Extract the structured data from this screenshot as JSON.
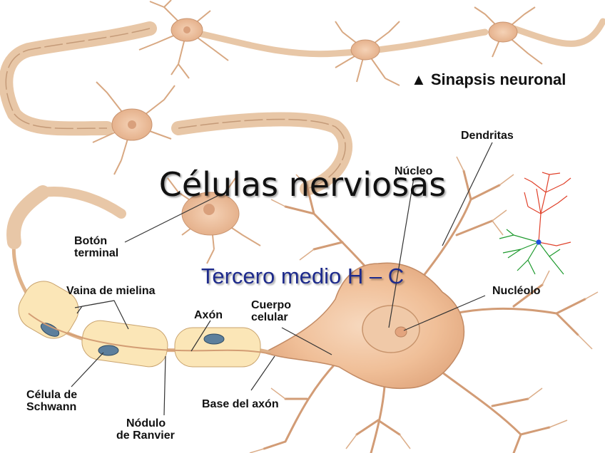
{
  "slide": {
    "title": "Células nerviosas",
    "subtitle": "Tercero medio H – C"
  },
  "diagram": {
    "caption": "▲ Sinapsis neuronal",
    "labels": {
      "dendritas": "Dendritas",
      "nucleo": "Núcleo",
      "nucleolo": "Nucléolo",
      "cuerpo_celular": [
        "Cuerpo",
        "celular"
      ],
      "axon": "Axón",
      "vaina_mielina": "Vaina de mielina",
      "boton_terminal": [
        "Botón",
        "terminal"
      ],
      "celula_schwann": [
        "Célula de",
        "Schwann"
      ],
      "nodulo_ranvier": [
        "Nódulo",
        "de Ranvier"
      ],
      "base_axon": "Base del axón"
    },
    "colors": {
      "cell_body": "#f3c7a4",
      "cell_body_dark": "#d99a72",
      "outline": "#b07a58",
      "myelin": "#fbe6b7",
      "myelin_edge": "#c9a36e",
      "schwann_nucleus": "#5d7f9c",
      "neuron_red": "#e0412a",
      "neuron_green": "#1e9a2e",
      "neuron_blue": "#2050e0"
    }
  }
}
